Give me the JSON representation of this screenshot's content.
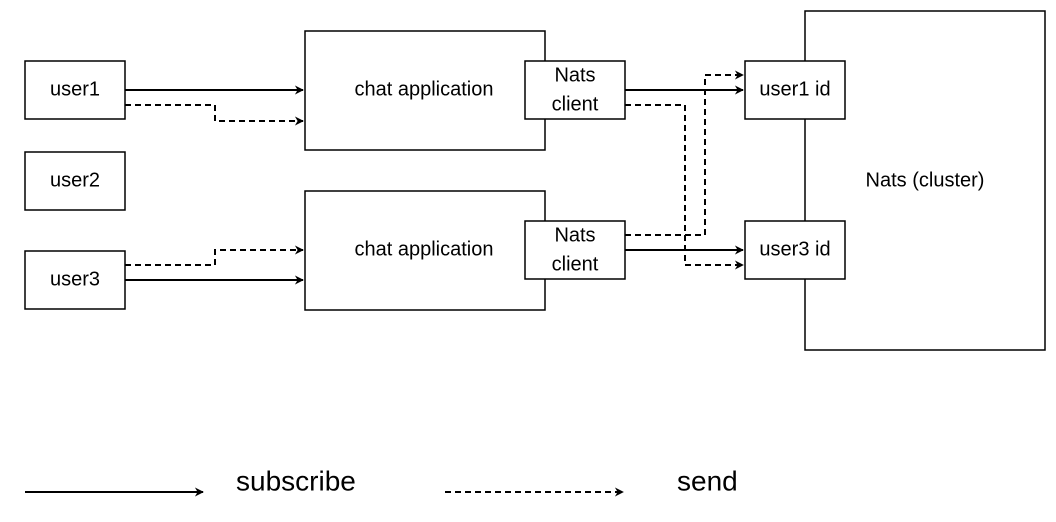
{
  "nodes": {
    "user1": "user1",
    "user2": "user2",
    "user3": "user3",
    "chat_app_1": "chat application",
    "chat_app_2": "chat application",
    "nats_client_1": [
      "Nats",
      "client"
    ],
    "nats_client_2": [
      "Nats",
      "client"
    ],
    "nats_cluster": "Nats (cluster)",
    "user1_id": "user1 id",
    "user3_id": "user3 id"
  },
  "legend": {
    "subscribe": "subscribe",
    "send": "send"
  },
  "connections": [
    {
      "from": "user1",
      "to": "chat_app_1",
      "kind": "subscribe"
    },
    {
      "from": "user1",
      "to": "chat_app_1",
      "kind": "send"
    },
    {
      "from": "user3",
      "to": "chat_app_2",
      "kind": "send"
    },
    {
      "from": "user3",
      "to": "chat_app_2",
      "kind": "subscribe"
    },
    {
      "from": "nats_client_1",
      "to": "user1_id",
      "kind": "subscribe"
    },
    {
      "from": "nats_client_1",
      "to": "user3_id",
      "kind": "send"
    },
    {
      "from": "nats_client_2",
      "to": "user1_id",
      "kind": "send"
    },
    {
      "from": "nats_client_2",
      "to": "user3_id",
      "kind": "subscribe"
    }
  ]
}
